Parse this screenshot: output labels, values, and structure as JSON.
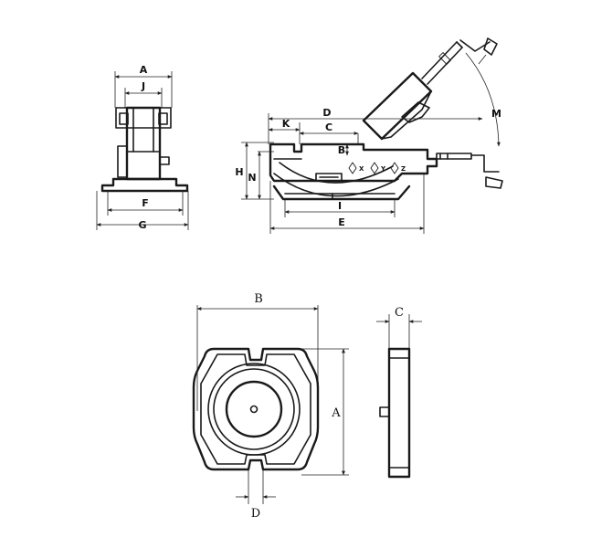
{
  "front_view": {
    "labels": {
      "A": "A",
      "J": "J",
      "F": "F",
      "G": "G"
    }
  },
  "side_view": {
    "labels": {
      "D": "D",
      "K": "K",
      "C": "C",
      "B": "B",
      "H": "H",
      "N": "N",
      "I": "I",
      "E": "E",
      "M": "M",
      "X": "X",
      "Y": "Y",
      "Z": "Z"
    }
  },
  "base_plan_view": {
    "labels": {
      "B": "B",
      "A": "A",
      "D": "D"
    }
  },
  "base_side_view": {
    "labels": {
      "C": "C"
    }
  }
}
